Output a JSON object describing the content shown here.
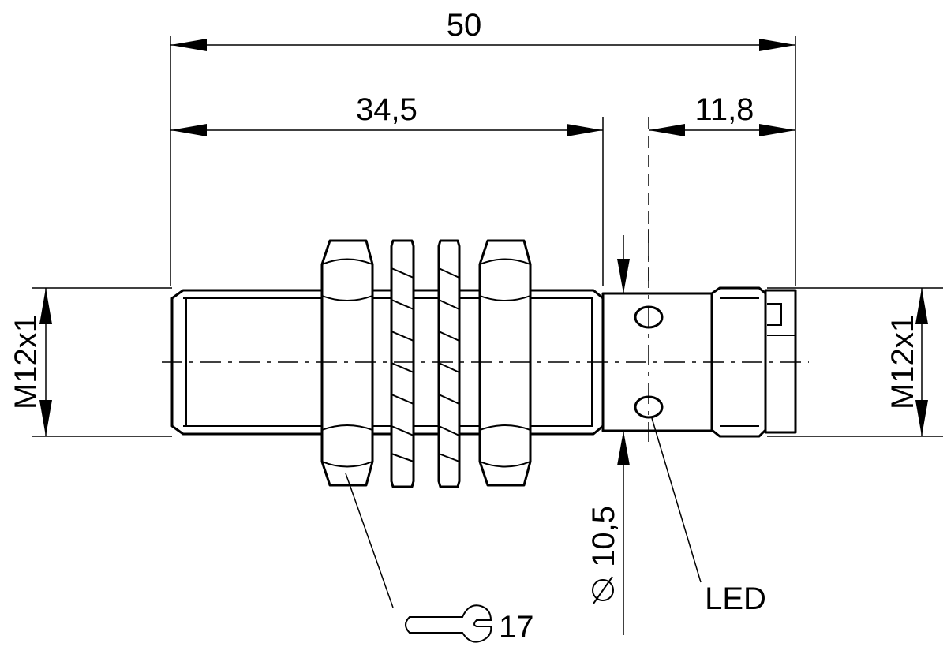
{
  "dimensions": {
    "overall_length": "50",
    "thread_length": "34,5",
    "end_length": "11,8",
    "thread_left": "M12x1",
    "thread_right": "M12x1",
    "diameter": "10,5",
    "wrench_size": "17"
  },
  "labels": {
    "led": "LED"
  },
  "icons": {
    "diameter_symbol": "diameter-icon",
    "wrench_symbol": "wrench-icon"
  }
}
